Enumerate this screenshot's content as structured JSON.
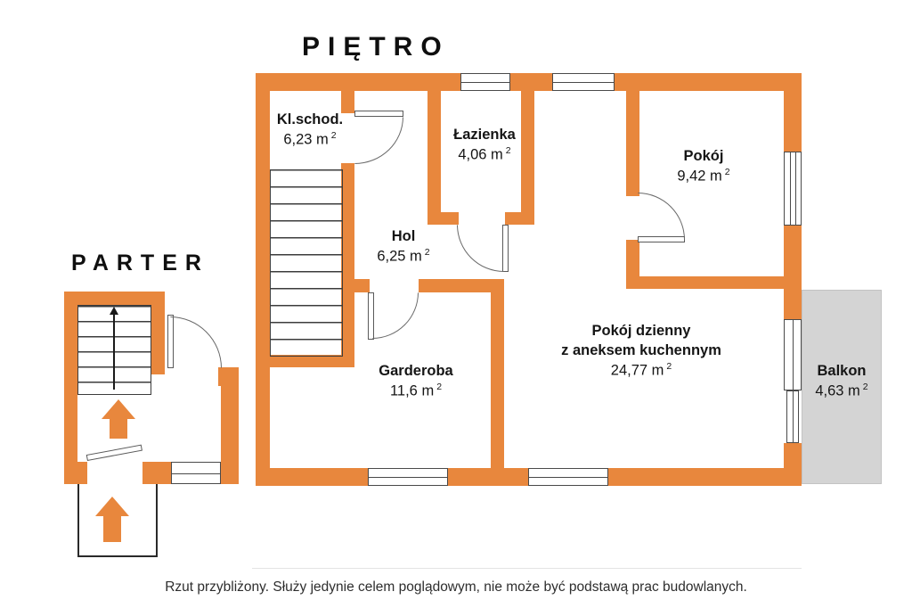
{
  "titles": {
    "upper_floor": "PIĘTRO",
    "ground_floor": "PARTER"
  },
  "rooms": {
    "klschod": {
      "name": "Kl.schod.",
      "area": "6,23 m"
    },
    "lazienka": {
      "name": "Łazienka",
      "area": "4,06 m"
    },
    "pokoj": {
      "name": "Pokój",
      "area": "9,42 m"
    },
    "hol": {
      "name": "Hol",
      "area": "6,25 m"
    },
    "garderoba": {
      "name": "Garderoba",
      "area": "11,6 m"
    },
    "pokoj_dzienny": {
      "name": "Pokój dzienny",
      "subtitle": "z aneksem kuchennym",
      "area": "24,77 m"
    },
    "balkon": {
      "name": "Balkon",
      "area": "4,63 m"
    }
  },
  "area_superscript": "2",
  "footer": {
    "disclaimer": "Rzut przybliżony. Służy jedynie celem poglądowym, nie może być podstawą prac budowlanych."
  },
  "colors": {
    "wall": "#e8873d",
    "balcony": "#d4d4d4",
    "line": "#4a4a4a"
  }
}
